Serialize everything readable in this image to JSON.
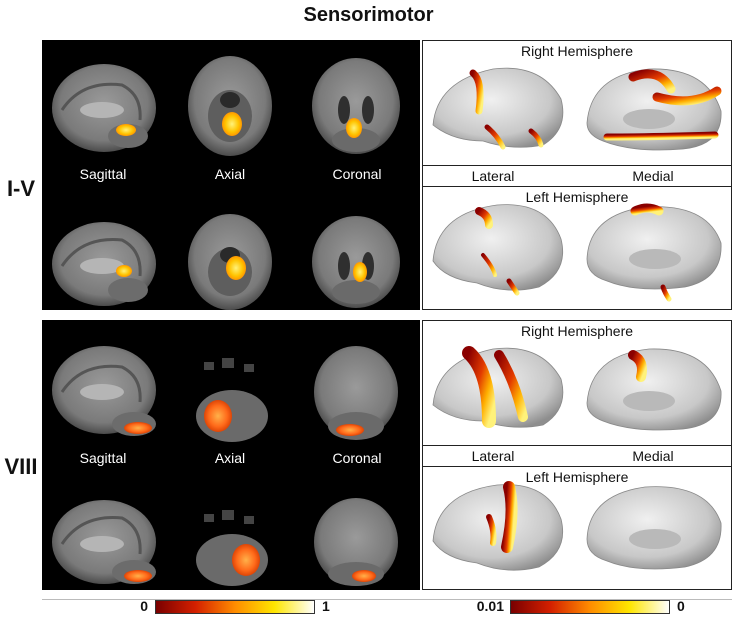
{
  "title": "Sensorimotor",
  "rows": [
    {
      "label": "I-V",
      "views": [
        "Sagittal",
        "Axial",
        "Coronal"
      ],
      "surface": {
        "top_header": "Right Hemisphere",
        "mid_left": "Lateral",
        "mid_right": "Medial",
        "bottom_header": "Left Hemisphere"
      }
    },
    {
      "label": "VIII",
      "views": [
        "Sagittal",
        "Axial",
        "Coronal"
      ],
      "surface": {
        "top_header": "Right Hemisphere",
        "mid_left": "Lateral",
        "mid_right": "Medial",
        "bottom_header": "Left Hemisphere"
      }
    }
  ],
  "colorbars": [
    {
      "min": "0",
      "max": "1",
      "colors": [
        "#7a0000",
        "#d42000",
        "#ff8c00",
        "#ffe600",
        "#ffffff"
      ]
    },
    {
      "min": "0.01",
      "max": "0",
      "colors": [
        "#7a0000",
        "#d42000",
        "#ff8c00",
        "#ffe600",
        "#ffffff"
      ]
    }
  ],
  "colors": {
    "activation_hot": "#ffd400",
    "activation_warm": "#ff8a00",
    "activation_deep": "#c81e00",
    "surface": "#d2d2d2"
  }
}
